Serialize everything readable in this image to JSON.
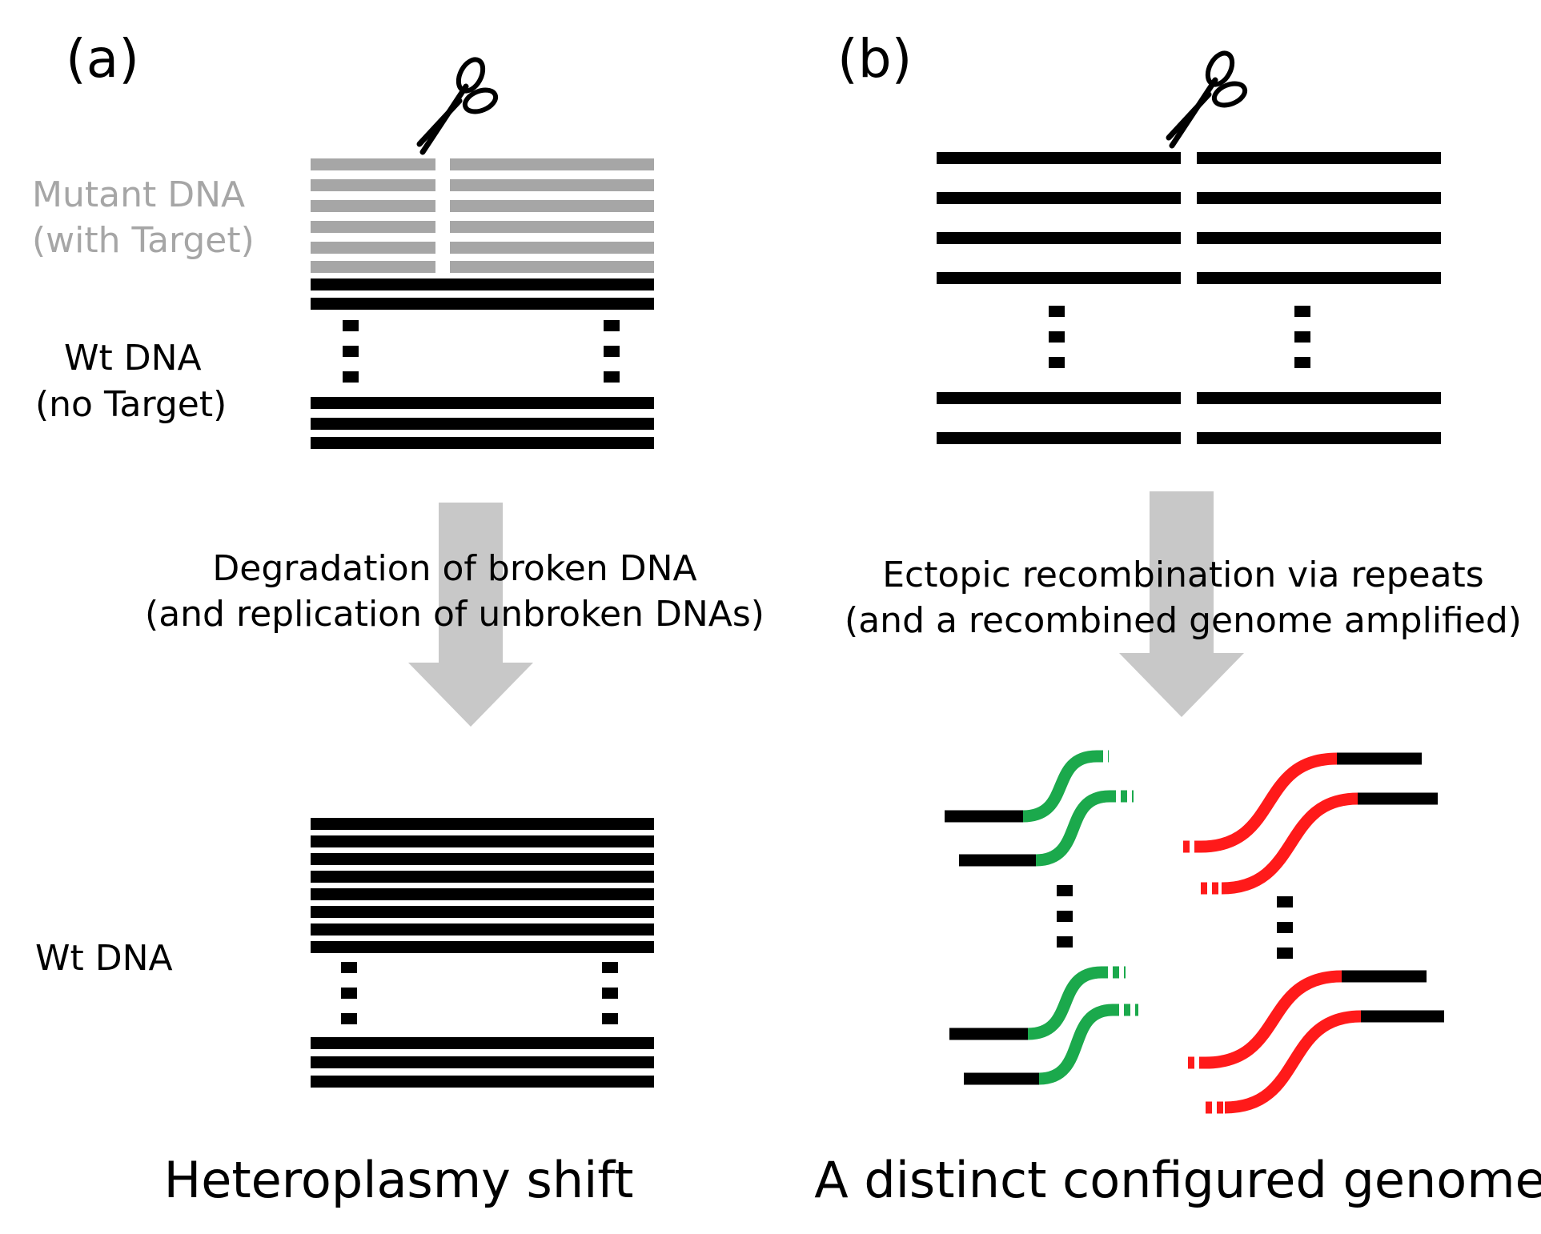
{
  "colors": {
    "black": "#000000",
    "gray_dna": "#a6a6a6",
    "arrow": "#c8c8c8",
    "green": "#1ba94c",
    "red": "#ff1a1a"
  },
  "icons": {
    "cut": "scissors-icon"
  },
  "panel_a": {
    "label": "(a)",
    "mutant_label_1": "Mutant DNA",
    "mutant_label_2": "(with Target)",
    "wt_label_1": "Wt DNA",
    "wt_label_2": "(no Target)",
    "process_1": "Degradation of broken DNA",
    "process_2": "(and replication of unbroken DNAs)",
    "result_wt_label": "Wt DNA",
    "outcome": "Heteroplasmy shift"
  },
  "panel_b": {
    "label": "(b)",
    "process_1": "Ectopic recombination via repeats",
    "process_2": "(and a recombined genome amplified)",
    "outcome": "A distinct configured genome"
  }
}
